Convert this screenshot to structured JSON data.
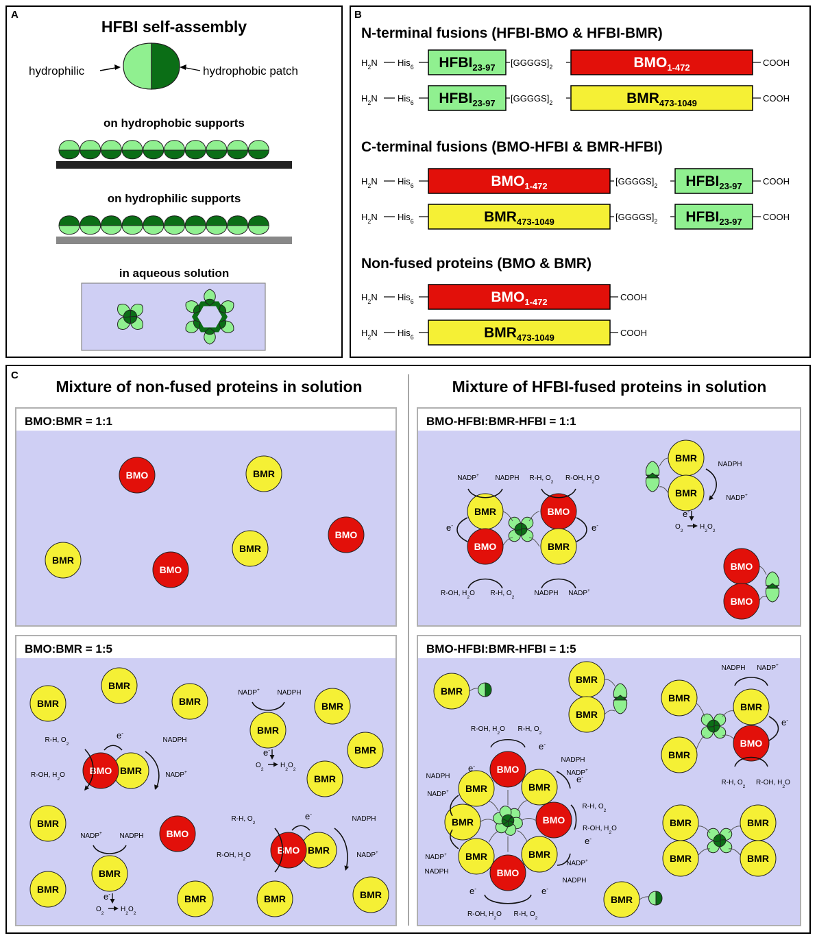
{
  "colors": {
    "bmo": "#e2100a",
    "bmr": "#f5f035",
    "hfbi_light": "#90f090",
    "hfbi_dark": "#0b6e16",
    "solution_bg": "#cfcff4"
  },
  "panel_a": {
    "letter": "A",
    "title": "HFBI self-assembly",
    "hydrophilic": "hydrophilic",
    "hydrophobic_patch": "hydrophobic patch",
    "on_hydrophobic": "on hydrophobic supports",
    "on_hydrophilic": "on hydrophilic supports",
    "in_aqueous": "in aqueous solution"
  },
  "panel_b": {
    "letter": "B",
    "n_title": "N-terminal fusions (HFBI-BMO & HFBI-BMR)",
    "c_title": "C-terminal fusions (BMO-HFBI & BMR-HFBI)",
    "nf_title": "Non-fused proteins (BMO & BMR)",
    "h2n": "H",
    "h2n_sub": "2",
    "h2n_tail": "N",
    "his": "His",
    "his_sub": "6",
    "linker": "[GGGGS]",
    "linker_sub": "2",
    "cooh": "COOH",
    "hfbi": "HFBI",
    "hfbi_sub": "23-97",
    "bmo": "BMO",
    "bmo_sub": "1-472",
    "bmr": "BMR",
    "bmr_sub": "473-1049"
  },
  "panel_c": {
    "letter": "C",
    "left_title": "Mixture of non-fused proteins in solution",
    "right_title": "Mixture of HFBI-fused proteins in solution",
    "box1": "BMO:BMR = 1:1",
    "box2": "BMO-HFBI:BMR-HFBI = 1:1",
    "box3": "BMO:BMR = 1:5",
    "box4": "BMO-HFBI:BMR-HFBI = 1:5",
    "bmo": "BMO",
    "bmr": "BMR",
    "nadp": "NADP",
    "nadph": "NADPH",
    "rh": "R-H, O",
    "roh": "R-OH, H",
    "o2": "O",
    "h2o2": "H",
    "e": "e"
  }
}
